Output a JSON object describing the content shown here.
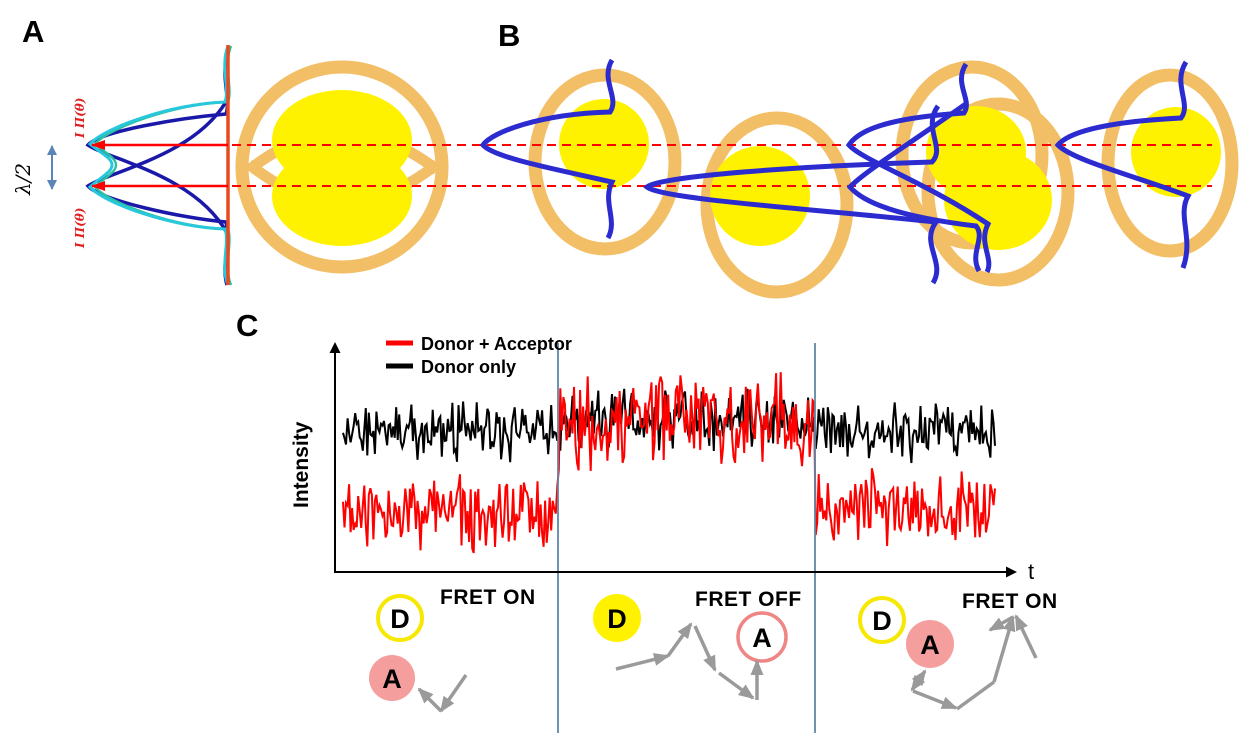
{
  "panel_a": {
    "label": "A",
    "lambda": "λ/2",
    "profile_top": "I Π(θ)",
    "profile_bottom": "I Π(θ)"
  },
  "panel_b": {
    "label": "B"
  },
  "panel_c": {
    "label": "C",
    "ylabel": "Intensity",
    "xlabel": "t",
    "legend": [
      {
        "label": "Donor + Acceptor",
        "color": "#fe0000"
      },
      {
        "label": "Donor only",
        "color": "#000000"
      }
    ]
  },
  "fret_sections": [
    {
      "state": "FRET ON",
      "donor": "D",
      "acceptor": "A",
      "donor_style": "outline",
      "acceptor_style": "filled"
    },
    {
      "state": "FRET OFF",
      "donor": "D",
      "acceptor": "A",
      "donor_style": "filled",
      "acceptor_style": "outline"
    },
    {
      "state": "FRET ON",
      "donor": "D",
      "acceptor": "A",
      "donor_style": "outline",
      "acceptor_style": "filled"
    }
  ],
  "colors": {
    "vesicle_ring": "#f3bf66",
    "vesicle_yellow": "#fff200",
    "psf_blue": "#2b2bd0",
    "navy_curve": "#1a18a8",
    "cyan_envelope": "#28c8dc",
    "teal_envelope": "#2ebf9f",
    "red": "#fe0000",
    "orange_red_line": "#e84a1e",
    "steel_blue_arrow": "#5b84b8",
    "divider_blue": "#5d87a8",
    "arrow_gray": "#9a9a9a",
    "acceptor_pink_fill": "#f59e9e",
    "acceptor_pink_stroke": "#ef8585",
    "donor_yellow": "#fff200"
  },
  "chart_data": {
    "type": "line",
    "title": "",
    "xlabel": "t",
    "ylabel": "Intensity",
    "grid": false,
    "legend_position": "top-left",
    "n_points": 430,
    "regions": [
      {
        "label": "FRET ON",
        "x_start_frac": 0.0,
        "x_end_frac": 0.33
      },
      {
        "label": "FRET OFF",
        "x_start_frac": 0.33,
        "x_end_frac": 0.724
      },
      {
        "label": "FRET ON",
        "x_start_frac": 0.724,
        "x_end_frac": 1.0
      }
    ],
    "series": [
      {
        "name": "Donor + Acceptor",
        "color": "#fe0000",
        "region_means": [
          0.28,
          0.7,
          0.28
        ],
        "region_noise": [
          0.13,
          0.17,
          0.13
        ],
        "seed": 97
      },
      {
        "name": "Donor only",
        "color": "#000000",
        "region_means": [
          0.66,
          0.7,
          0.66
        ],
        "region_noise": [
          0.1,
          0.11,
          0.1
        ],
        "seed": 11
      }
    ]
  }
}
